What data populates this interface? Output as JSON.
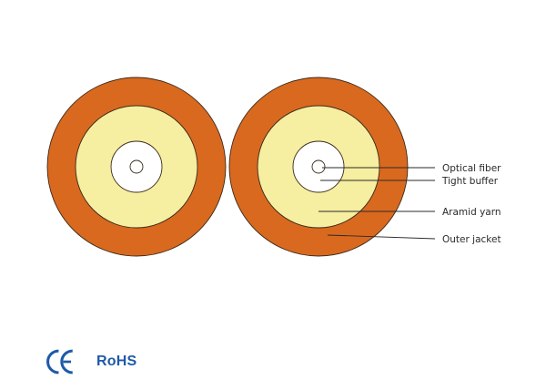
{
  "colors": {
    "outer_jacket": "#d9691f",
    "aramid_yarn": "#f6eea0",
    "tight_buffer": "#ffffff",
    "outline": "#3a2a1a",
    "badge_blue": "#1e5aa8"
  },
  "legend": {
    "optical_fiber": "Optical fiber",
    "tight_buffer": "Tight buffer",
    "aramid_yarn": "Aramid yarn",
    "outer_jacket": "Outer jacket"
  },
  "certifications": {
    "ce_icon": "ce-mark-icon",
    "rohs": "RoHS"
  }
}
